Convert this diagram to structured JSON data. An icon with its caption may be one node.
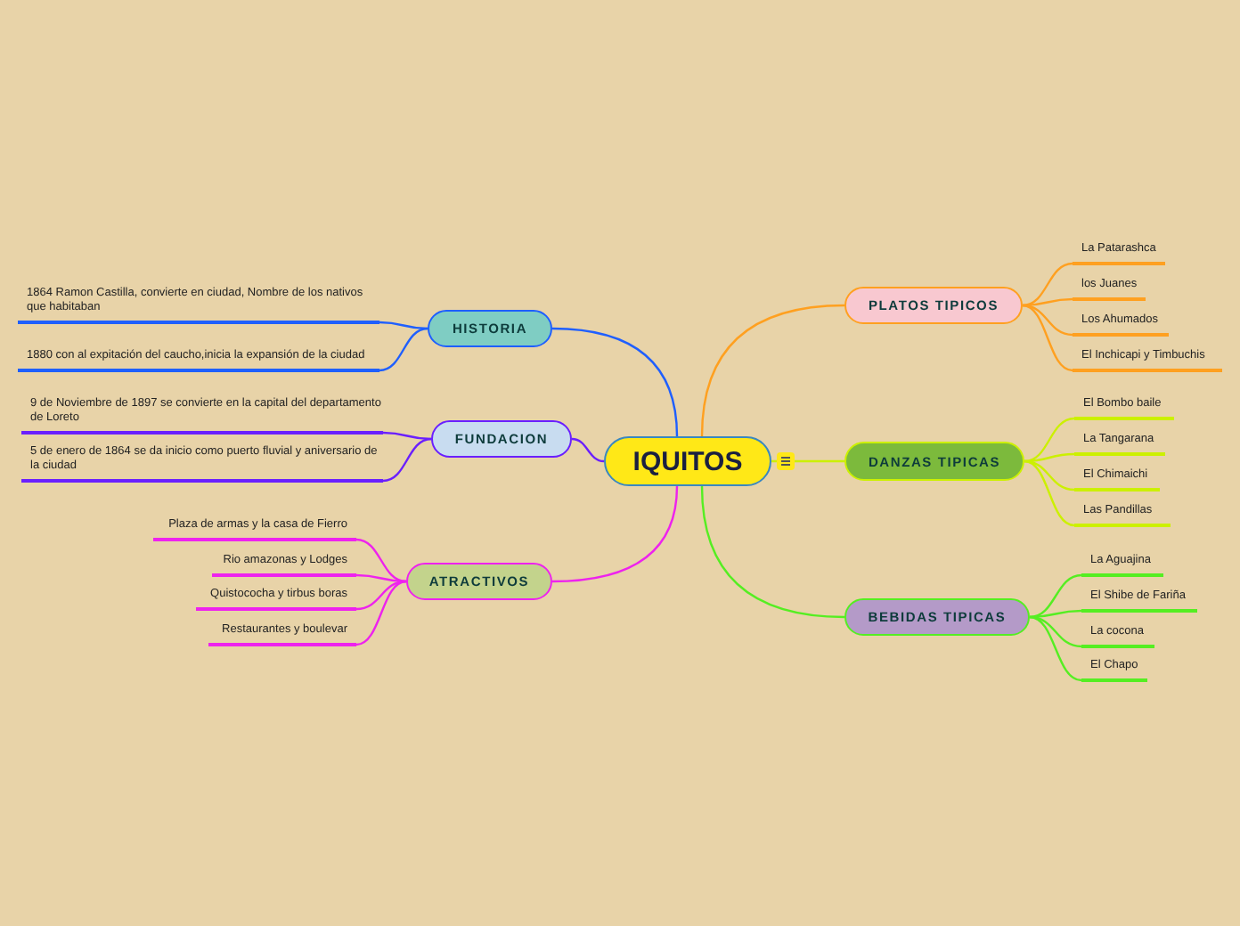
{
  "diagram": {
    "nodes": [
      {
        "text": [
          "IQUITOS"
        ]
      },
      {
        "text": [
          "HISTORIA"
        ]
      },
      {
        "text": [
          "1864 Ramon Castilla, convierte en ciudad, Nombre de los nativos que habitaban"
        ]
      },
      {
        "text": [
          "1880 con al expitación del caucho,inicia la expansión de la ciudad"
        ]
      },
      {
        "text": [
          "FUNDACION"
        ]
      },
      {
        "text": [
          "9 de Noviembre de  1897 se convierte en la capital del departamento de Loreto"
        ]
      },
      {
        "text": [
          "5 de enero de 1864 se da inicio como puerto fluvial y aniversario de la ciudad"
        ]
      },
      {
        "text": [
          "ATRACTIVOS"
        ]
      },
      {
        "text": [
          "Plaza de armas y la casa de Fierro"
        ]
      },
      {
        "text": [
          "Rio amazonas y Lodges"
        ]
      },
      {
        "text": [
          "Quistococha y tirbus boras"
        ]
      },
      {
        "text": [
          "Restaurantes y boulevar"
        ]
      },
      {
        "text": [
          "PLATOS TIPICOS"
        ]
      },
      {
        "text": [
          "La Patarashca"
        ]
      },
      {
        "text": [
          "los Juanes"
        ]
      },
      {
        "text": [
          "Los Ahumados"
        ]
      },
      {
        "text": [
          "El Inchicapi y Timbuchis"
        ]
      },
      {
        "text": [
          "DANZAS TIPICAS"
        ]
      },
      {
        "text": [
          "El Bombo baile"
        ]
      },
      {
        "text": [
          "La Tangarana"
        ]
      },
      {
        "text": [
          "El Chimaichi"
        ]
      },
      {
        "text": [
          "Las Pandillas"
        ]
      },
      {
        "text": [
          "BEBIDAS TIPICAS"
        ]
      },
      {
        "text": [
          "La Aguajina"
        ]
      },
      {
        "text": [
          "El Shibe de Fariña"
        ]
      },
      {
        "text": [
          "La cocona"
        ]
      },
      {
        "text": [
          "El Chapo"
        ]
      }
    ],
    "edges": [
      {
        "from": 0,
        "to": 1,
        "arrow": "none",
        "color": "#1f5fff"
      },
      {
        "from": 1,
        "to": 2,
        "arrow": "none",
        "color": "#1f5fff"
      },
      {
        "from": 1,
        "to": 3,
        "arrow": "none",
        "color": "#1f5fff"
      },
      {
        "from": 0,
        "to": 4,
        "arrow": "none",
        "color": "#6a1fff"
      },
      {
        "from": 4,
        "to": 5,
        "arrow": "none",
        "color": "#6a1fff"
      },
      {
        "from": 4,
        "to": 6,
        "arrow": "none",
        "color": "#6a1fff"
      },
      {
        "from": 0,
        "to": 7,
        "arrow": "none",
        "color": "#ee22ee"
      },
      {
        "from": 7,
        "to": 8,
        "arrow": "none",
        "color": "#ee22ee"
      },
      {
        "from": 7,
        "to": 9,
        "arrow": "none",
        "color": "#ee22ee"
      },
      {
        "from": 7,
        "to": 10,
        "arrow": "none",
        "color": "#ee22ee"
      },
      {
        "from": 7,
        "to": 11,
        "arrow": "none",
        "color": "#ee22ee"
      },
      {
        "from": 0,
        "to": 12,
        "arrow": "none",
        "color": "#ffa020"
      },
      {
        "from": 12,
        "to": 13,
        "arrow": "none",
        "color": "#ffa020"
      },
      {
        "from": 12,
        "to": 14,
        "arrow": "none",
        "color": "#ffa020"
      },
      {
        "from": 12,
        "to": 15,
        "arrow": "none",
        "color": "#ffa020"
      },
      {
        "from": 12,
        "to": 16,
        "arrow": "none",
        "color": "#ffa020"
      },
      {
        "from": 0,
        "to": 17,
        "arrow": "none",
        "color": "#ccf000"
      },
      {
        "from": 17,
        "to": 18,
        "arrow": "none",
        "color": "#ccf000"
      },
      {
        "from": 17,
        "to": 19,
        "arrow": "none",
        "color": "#ccf000"
      },
      {
        "from": 17,
        "to": 20,
        "arrow": "none",
        "color": "#ccf000"
      },
      {
        "from": 17,
        "to": 21,
        "arrow": "none",
        "color": "#ccf000"
      },
      {
        "from": 0,
        "to": 22,
        "arrow": "none",
        "color": "#55ee22"
      },
      {
        "from": 22,
        "to": 23,
        "arrow": "none",
        "color": "#55ee22"
      },
      {
        "from": 22,
        "to": 24,
        "arrow": "none",
        "color": "#55ee22"
      },
      {
        "from": 22,
        "to": 25,
        "arrow": "none",
        "color": "#55ee22"
      },
      {
        "from": 22,
        "to": 26,
        "arrow": "none",
        "color": "#55ee22"
      }
    ]
  }
}
